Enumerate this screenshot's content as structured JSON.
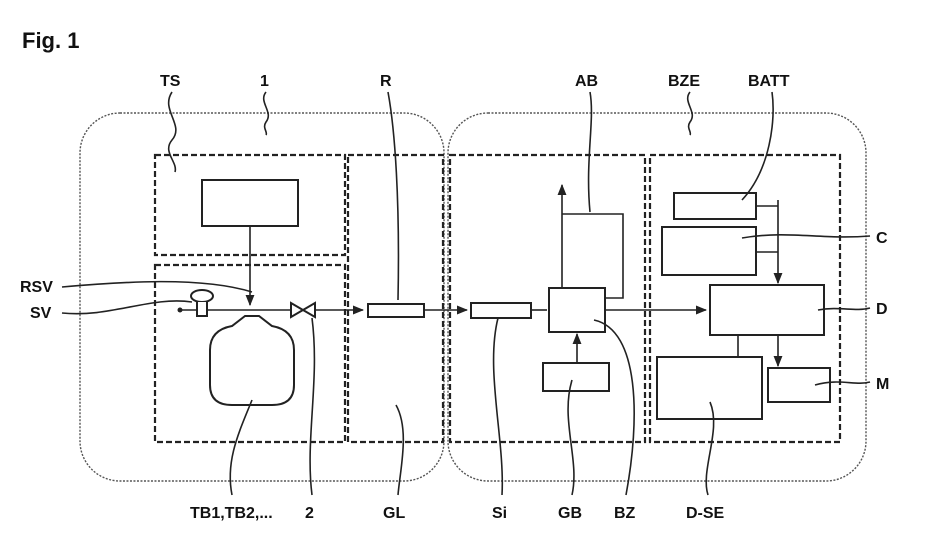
{
  "figure": {
    "title": "Fig. 1",
    "labels": {
      "ts": "TS",
      "one": "1",
      "r": "R",
      "ab": "AB",
      "bze": "BZE",
      "batt": "BATT",
      "rsv": "RSV",
      "sv": "SV",
      "c": "C",
      "d": "D",
      "m": "M",
      "tb": "TB1,TB2,...",
      "two": "2",
      "gl": "GL",
      "si": "Si",
      "gb": "GB",
      "bz": "BZ",
      "dse": "D-SE"
    }
  }
}
